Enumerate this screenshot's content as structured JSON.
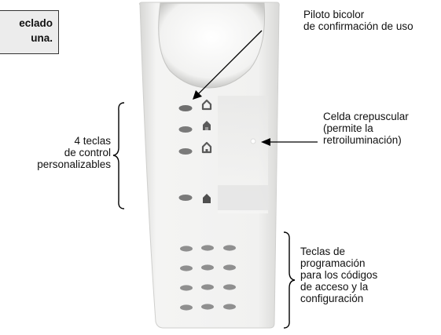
{
  "title_box": {
    "line1": "eclado",
    "line2": "una."
  },
  "labels": {
    "pilot": {
      "line1": "Piloto bicolor",
      "line2": "de confirmación de uso"
    },
    "dusk_cell": {
      "line1": "Celda crepuscular",
      "line2": "(permite la",
      "line3": "retroiluminación)"
    },
    "control_keys": {
      "line1": "4 teclas",
      "line2": "de control",
      "line3": "personalizables"
    },
    "programming_keys": {
      "line1": "Teclas de",
      "line2": "programación",
      "line3": "para los códigos",
      "line4": "de acceso y la",
      "line5": "configuración"
    }
  },
  "colors": {
    "device_body": "#f0f0ef",
    "key": "#8f8f8f",
    "pilot_key": "#6f6f6f",
    "icon": "#5a5a5a",
    "line": "#000000"
  }
}
